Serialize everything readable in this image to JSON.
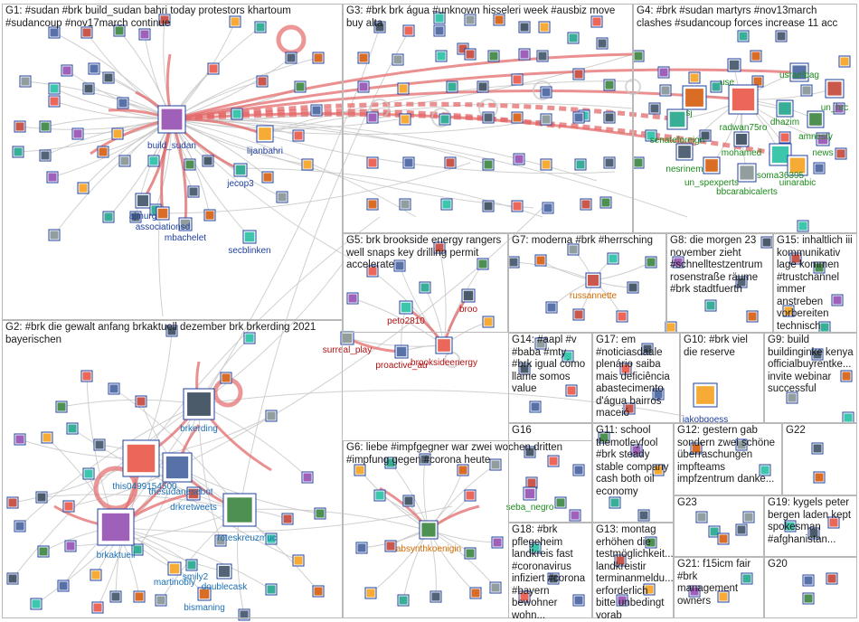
{
  "colors": {
    "panel_border": "#b9b9b9",
    "edge_gray": "#c8c8c8",
    "edge_red": "#e46b6b",
    "label_blue": "#1f3f9e",
    "label_red": "#b01010",
    "label_green": "#1c8b1c",
    "label_orange": "#d26a00",
    "label_cyan": "#1b6fb3"
  },
  "groups": [
    {
      "id": "G1",
      "title": "G1: #sudan #brk build_sudan bahri today protestors khartoum #sudancoup #nov17march continue"
    },
    {
      "id": "G2",
      "title": "G2: #brk die gewalt anfang brkaktuell dezember brk brkerding 2021 bayerischen"
    },
    {
      "id": "G3",
      "title": "G3: #brk brk água #unknown hisseleri week #ausbiz move buy alta"
    },
    {
      "id": "G4",
      "title": "G4: #brk #sudan martyrs #nov13march clashes #sudancoup forces increase 11 acc"
    },
    {
      "id": "G5",
      "title": "G5: brk brookside energy rangers well snaps key drilling permit accelerate"
    },
    {
      "id": "G6",
      "title": "G6: liebe #impfgegner war zwei wochen dritten #impfung gegen #corona heute"
    },
    {
      "id": "G7",
      "title": "G7: moderna #brk #herrsching"
    },
    {
      "id": "G8",
      "title": "G8: die morgen 23 november zieht #schnelltestzentrum rosenstraße räume #brk stadtfuerth"
    },
    {
      "id": "G9",
      "title": "G9: build buildinginke kenya officialbuyrentke... invite webinar successful"
    },
    {
      "id": "G10",
      "title": "G10: #brk viel die reserve"
    },
    {
      "id": "G11",
      "title": "G11: school themotleyfool #brk steady stable company cash both oil economy"
    },
    {
      "id": "G12",
      "title": "G12: gestern gab sondern zwei schöne überraschungen impfteams impfzentrum danke..."
    },
    {
      "id": "G13",
      "title": "G13: montag erhöhen die testmöglichkeit... landkreistir terminanmeldu... erforderlich bitte unbedingt vorab"
    },
    {
      "id": "G14",
      "title": "G14: #aapl #v #baba #mty #brk igual cómo llame somos value"
    },
    {
      "id": "G15",
      "title": "G15: inhaltlich iii kommunikativ lage kommen #trustchannel immer anstreben vorbereiten technisch"
    },
    {
      "id": "G16",
      "title": "G16"
    },
    {
      "id": "G17",
      "title": "G17: em #noticiasdaale plenário saiba mais deficiência abastecimento d'água bairros maceió"
    },
    {
      "id": "G18",
      "title": "G18: #brk pflegeheim landkreis fast #coronavirus infiziert #corona #bayern bewohner wohn..."
    },
    {
      "id": "G19",
      "title": "G19: kygels peter bergen laden kept spokesman #afghanistan..."
    },
    {
      "id": "G20",
      "title": "G20"
    },
    {
      "id": "G21",
      "title": "G21: f15icm fair #brk management owners"
    },
    {
      "id": "G22",
      "title": "G22"
    },
    {
      "id": "G23",
      "title": "G23"
    }
  ],
  "nodes": [
    {
      "label": "build_sudan",
      "color": "blue"
    },
    {
      "label": "lijanbahri",
      "color": "blue"
    },
    {
      "label": "jecop3",
      "color": "blue"
    },
    {
      "label": "ajmurg",
      "color": "blue"
    },
    {
      "label": "associationsd",
      "color": "blue"
    },
    {
      "label": "mbachelet",
      "color": "blue"
    },
    {
      "label": "secblinken",
      "color": "blue"
    },
    {
      "label": "brkerding",
      "color": "cyan"
    },
    {
      "label": "this0499154500",
      "color": "cyan"
    },
    {
      "label": "thesudanesebot",
      "color": "cyan"
    },
    {
      "label": "drkretweets",
      "color": "cyan"
    },
    {
      "label": "roteskreuzmuc",
      "color": "cyan"
    },
    {
      "label": "brkaktuell",
      "color": "cyan"
    },
    {
      "label": "martinobly",
      "color": "cyan"
    },
    {
      "label": "smily2",
      "color": "cyan"
    },
    {
      "label": "doublecask",
      "color": "cyan"
    },
    {
      "label": "bismaning",
      "color": "cyan"
    },
    {
      "label": "surreal_play",
      "color": "red"
    },
    {
      "label": "peto2810",
      "color": "red"
    },
    {
      "label": "broo",
      "color": "red"
    },
    {
      "label": "brooksideenergy",
      "color": "red"
    },
    {
      "label": "proactive_au",
      "color": "red"
    },
    {
      "label": "russannette",
      "color": "orange"
    },
    {
      "label": "absynthkoenigin",
      "color": "orange"
    },
    {
      "label": "seba_negro",
      "color": "green"
    },
    {
      "label": "jakobgoess",
      "color": "blue"
    },
    {
      "label": "senateforeign",
      "color": "green"
    },
    {
      "label": "nesrinem",
      "color": "green"
    },
    {
      "label": "un_spexperts",
      "color": "green"
    },
    {
      "label": "bbcarabicalerts",
      "color": "green"
    },
    {
      "label": "soma36395",
      "color": "green"
    },
    {
      "label": "mohamed",
      "color": "green"
    },
    {
      "label": "radwan75ro",
      "color": "green"
    },
    {
      "label": "usraelbag",
      "color": "green"
    },
    {
      "label": "un_hrc",
      "color": "green"
    },
    {
      "label": "amnesty",
      "color": "green"
    },
    {
      "label": "news",
      "color": "green"
    },
    {
      "label": "uinarabic",
      "color": "green"
    },
    {
      "label": "dhazim",
      "color": "green"
    },
    {
      "label": "use",
      "color": "green"
    },
    {
      "label": "sj",
      "color": "green"
    }
  ]
}
